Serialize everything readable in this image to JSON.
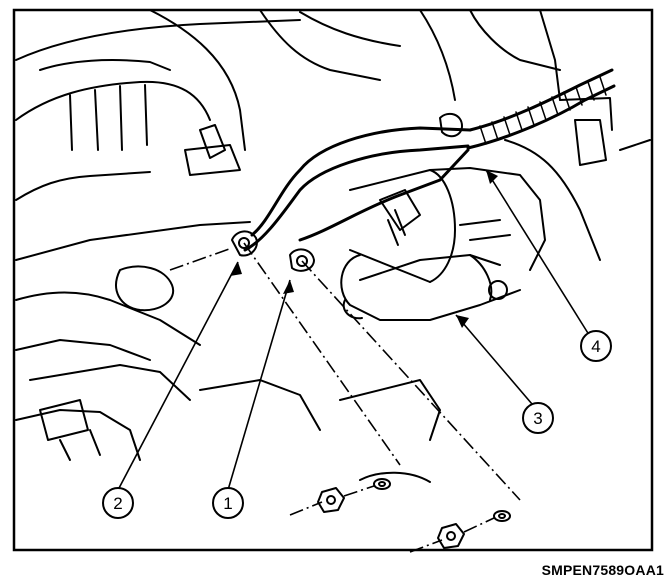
{
  "figure": {
    "reference_id": "SMPEN7589OAA1",
    "callouts": [
      {
        "number": "1"
      },
      {
        "number": "2"
      },
      {
        "number": "3"
      },
      {
        "number": "4"
      }
    ]
  }
}
